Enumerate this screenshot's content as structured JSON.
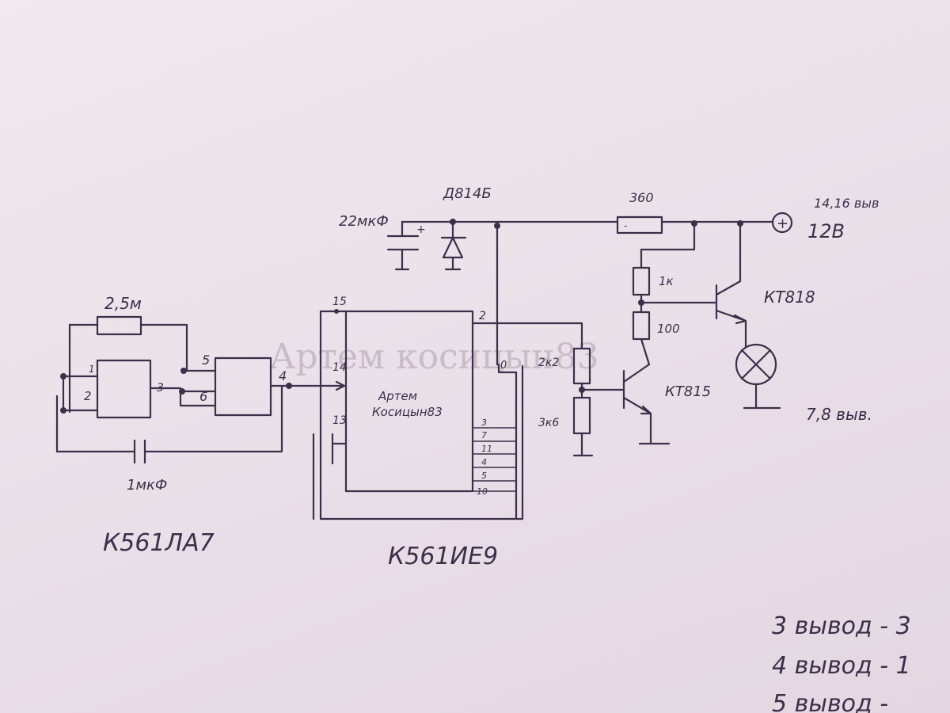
{
  "watermark": "Артем косицын83",
  "chip_left_label": "К561ЛА7",
  "chip_right_label": "К561ИЕ9",
  "chip_right_inner": [
    "Артем",
    "Косицын83"
  ],
  "components": {
    "resistor_top": "2,5м",
    "cap_bottom": "1мкФ",
    "cap_top": "22мкФ",
    "zener": "Д814Б",
    "res_360": "360",
    "res_1k": "1к",
    "res_100": "100",
    "res_2k2": "2к2",
    "res_3k6": "3к6",
    "transistor_big": "КТ818",
    "transistor_small": "КТ815",
    "supply": "12В",
    "supply_pins": "14,16 выв",
    "ground_pins": "7,8 выв."
  },
  "pins_left": {
    "p1": "1",
    "p2": "2",
    "p3": "3",
    "p5": "5",
    "p6": "6",
    "p4": "4"
  },
  "pins_right": {
    "p15": "15",
    "p14": "14",
    "p13": "13",
    "p2": "2",
    "p0": "0",
    "outputs": [
      "3",
      "7",
      "11",
      "4",
      "5",
      "10"
    ]
  },
  "plus_sign": "+",
  "minus_sign": "-",
  "notes": [
    "3 вывод - 3",
    "4 вывод - 1",
    "5 вывод -"
  ]
}
